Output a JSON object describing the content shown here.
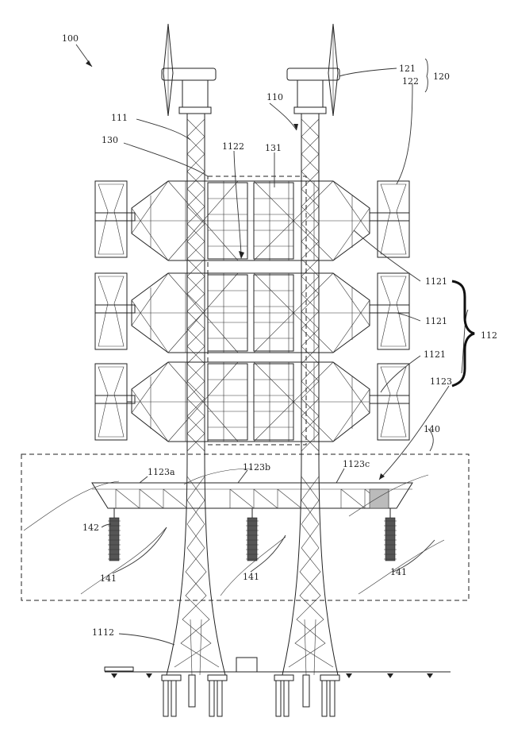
{
  "figure": {
    "labels": {
      "l100": "100",
      "l121": "121",
      "l120": "120",
      "l122": "122",
      "l110": "110",
      "l111": "111",
      "l130": "130",
      "l1122": "1122",
      "l131": "131",
      "l1121a": "1121",
      "l1121b": "1121",
      "l1121c": "1121",
      "l112": "112",
      "l1123": "1123",
      "l140": "140",
      "l1123a": "1123a",
      "l1123b": "1123b",
      "l1123c": "1123c",
      "l142": "142",
      "l141a": "141",
      "l141b": "141",
      "l141c": "141",
      "l1112": "1112"
    }
  }
}
